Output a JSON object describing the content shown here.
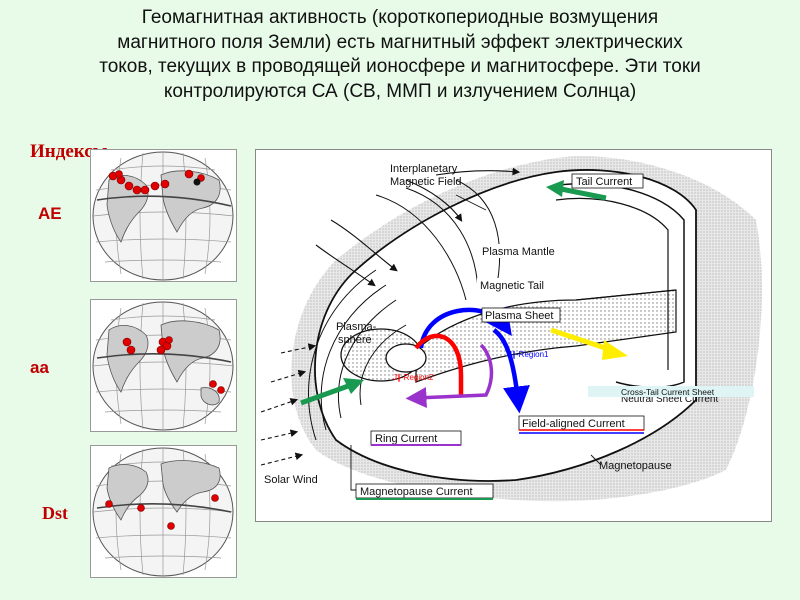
{
  "title": {
    "line1": "Геомагнитная  активность (короткопериодные возмущения",
    "line2": "магнитного поля Земли) есть магнитный  эффект электрических",
    "line3": "токов, текущих в проводящей ионосфере и магнитосфере.  Эти токи",
    "line4": "контролируются СА (СВ, ММП и излучением  Солнца)"
  },
  "indices": {
    "heading": "Индексы",
    "items": [
      {
        "label": "AE"
      },
      {
        "label": "aa"
      },
      {
        "label": "Dst"
      }
    ]
  },
  "diagram": {
    "labels": {
      "imf_line1": "Interplanetary",
      "imf_line2": "Magnetic Field",
      "tail_current": "Tail Current",
      "plasma_mantle": "Plasma Mantle",
      "magnetic_tail": "Magnetic Tail",
      "plasma_sheet": "Plasma Sheet",
      "plasmasphere_line1": "Plasma-",
      "plasmasphere_line2": "sphere",
      "region1": "J∥-Region1",
      "region2": "J∥-Region2",
      "neutral_sheet": "Neutral Sheet Current",
      "cross_tail": "Cross-Tail Current Sheet",
      "ring_current": "Ring Current",
      "field_aligned": "Field-aligned Current",
      "magnetopause": "Magnetopause",
      "solar_wind": "Solar Wind",
      "magnetopause_current": "Magnetopause Current"
    },
    "colors": {
      "region1": "#0000ff",
      "region2": "#ff0000",
      "ring": "#9933cc",
      "green_arrow": "#1a9a50",
      "yellow_arrow": "#ffee00"
    }
  }
}
